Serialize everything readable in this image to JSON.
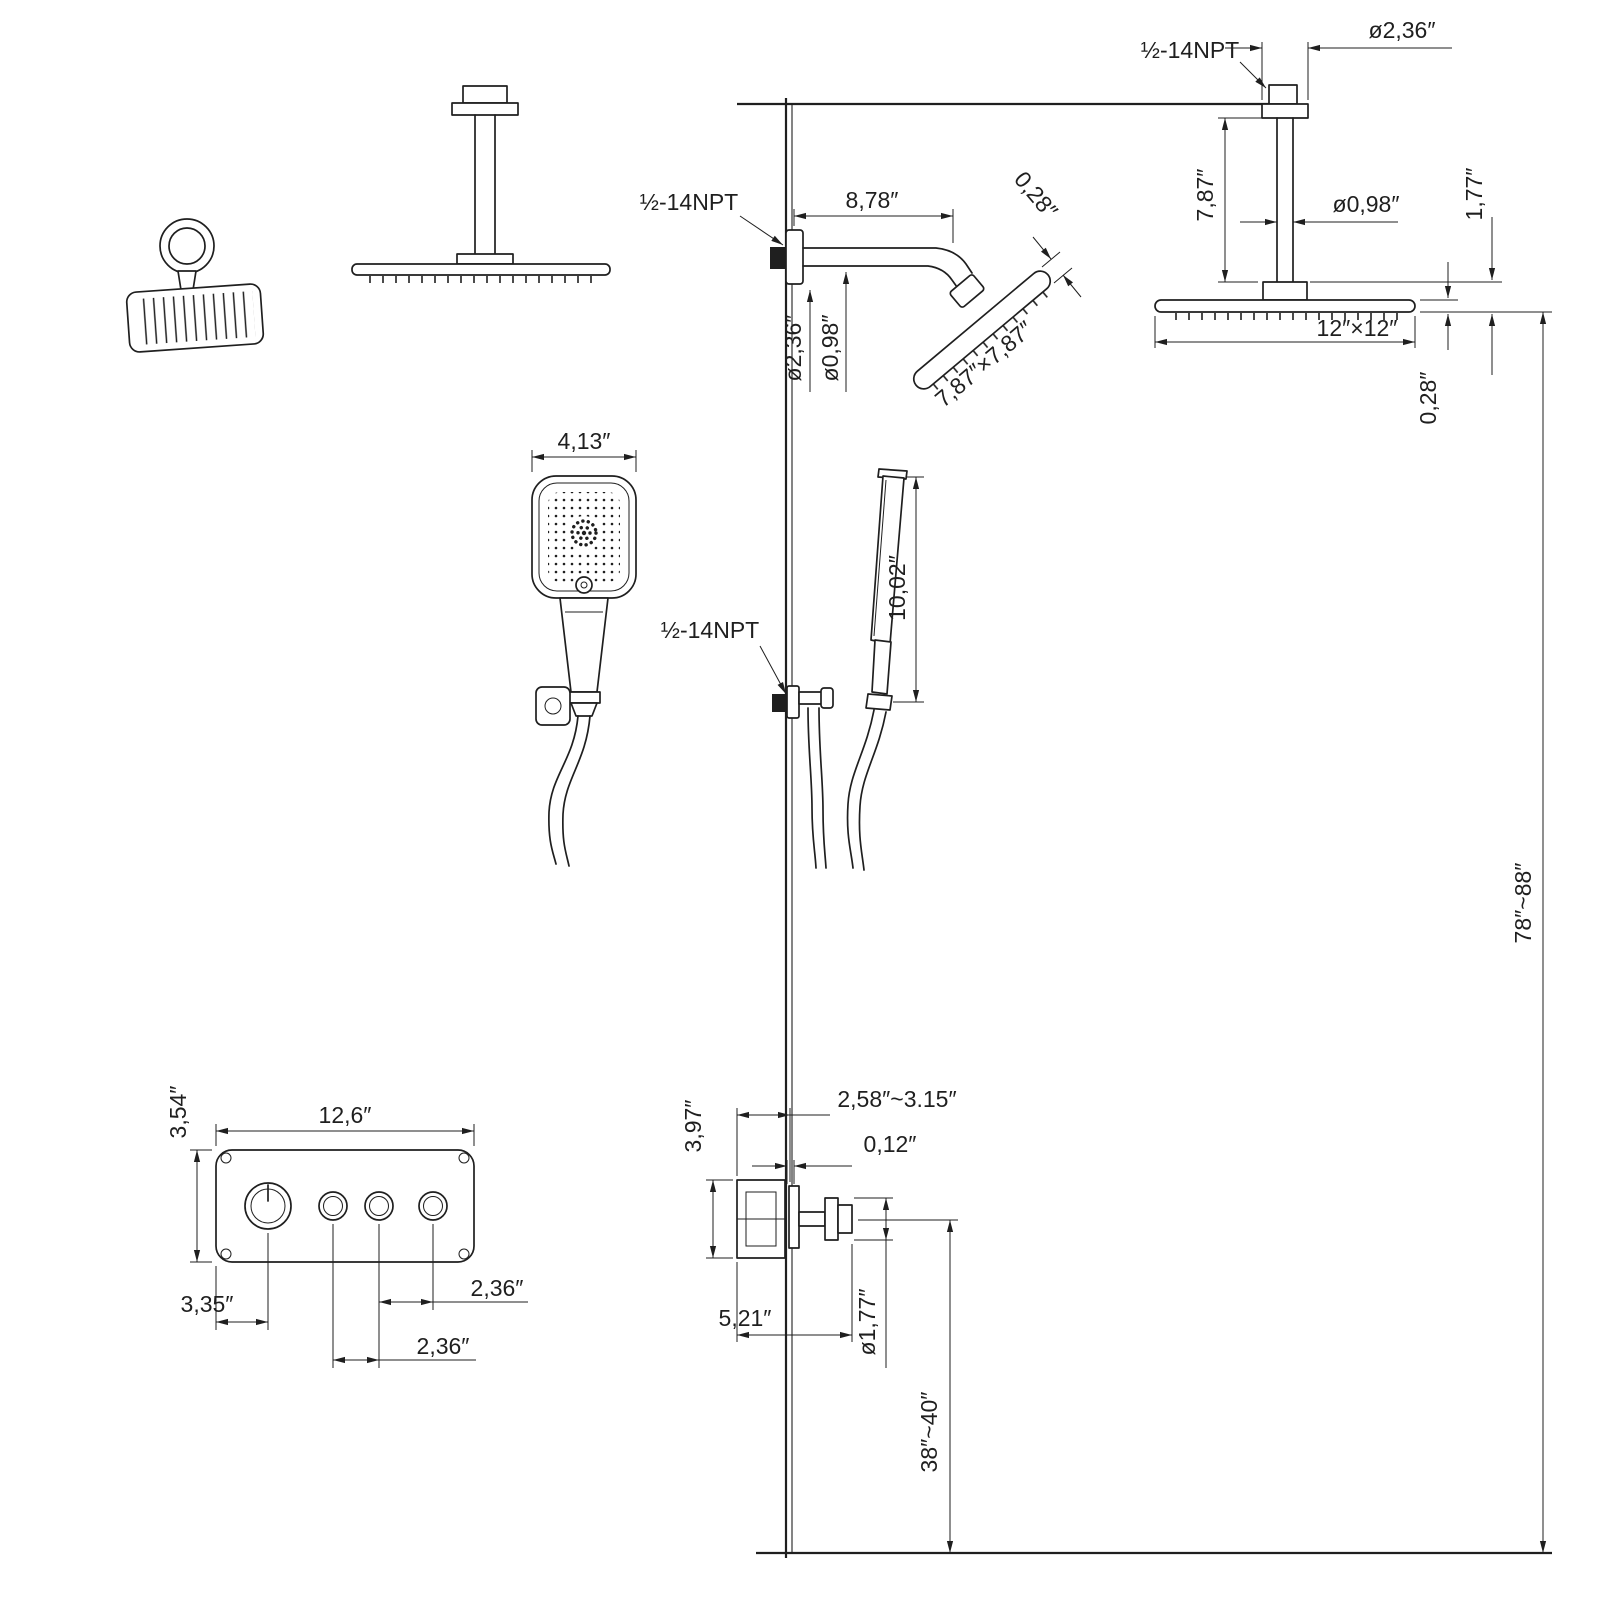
{
  "colors": {
    "ink": "#1f1f1f",
    "background": "#ffffff"
  },
  "views": {
    "ceiling_head_side": {
      "flange_diameter": "ø2,36″",
      "thread": "½-14NPT",
      "arm_length": "7,87″",
      "arm_diameter": "ø0,98″",
      "head_size": "12″×12″",
      "flange_height": "1,77″",
      "head_thickness": "0,28″"
    },
    "wall_head_side": {
      "thread": "½-14NPT",
      "arm_length": "8,78″",
      "head_thickness": "0,28″",
      "flange_diameter": "ø2,36″",
      "arm_diameter": "ø0,98″",
      "head_size": "7,87″×7,87″"
    },
    "handheld_front": {
      "head_width": "4,13″"
    },
    "handheld_side": {
      "thread": "½-14NPT",
      "length": "10,02″"
    },
    "valve_front": {
      "plate_width": "12,6″",
      "plate_height": "3,54″",
      "first_knob_offset": "3,35″",
      "knob_spacing_right": "2,36″",
      "knob_spacing_center": "2,36″"
    },
    "valve_side": {
      "depth_range": "2,58″~3.15″",
      "trim_clearance": "0,12″",
      "body_height": "3,97″",
      "total_depth": "5,21″",
      "handle_diameter": "ø1,77″",
      "mounting_height": "38″~40″"
    },
    "overall": {
      "install_height": "78″~88″"
    }
  }
}
